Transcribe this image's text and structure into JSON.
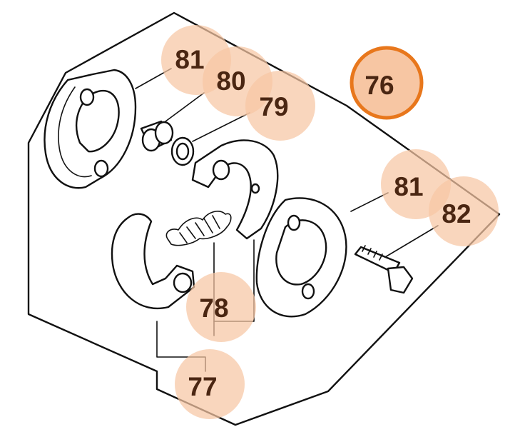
{
  "callouts": {
    "c81_top": "81",
    "c80": "80",
    "c79": "79",
    "c76": "76",
    "c81_right": "81",
    "c82": "82",
    "c78": "78",
    "c77": "77"
  },
  "colors": {
    "highlight": "#f7c6a3",
    "selected_ring": "#e8771c",
    "label_text": "#4a2612",
    "line_art": "#111111"
  },
  "selected_callout": "76"
}
